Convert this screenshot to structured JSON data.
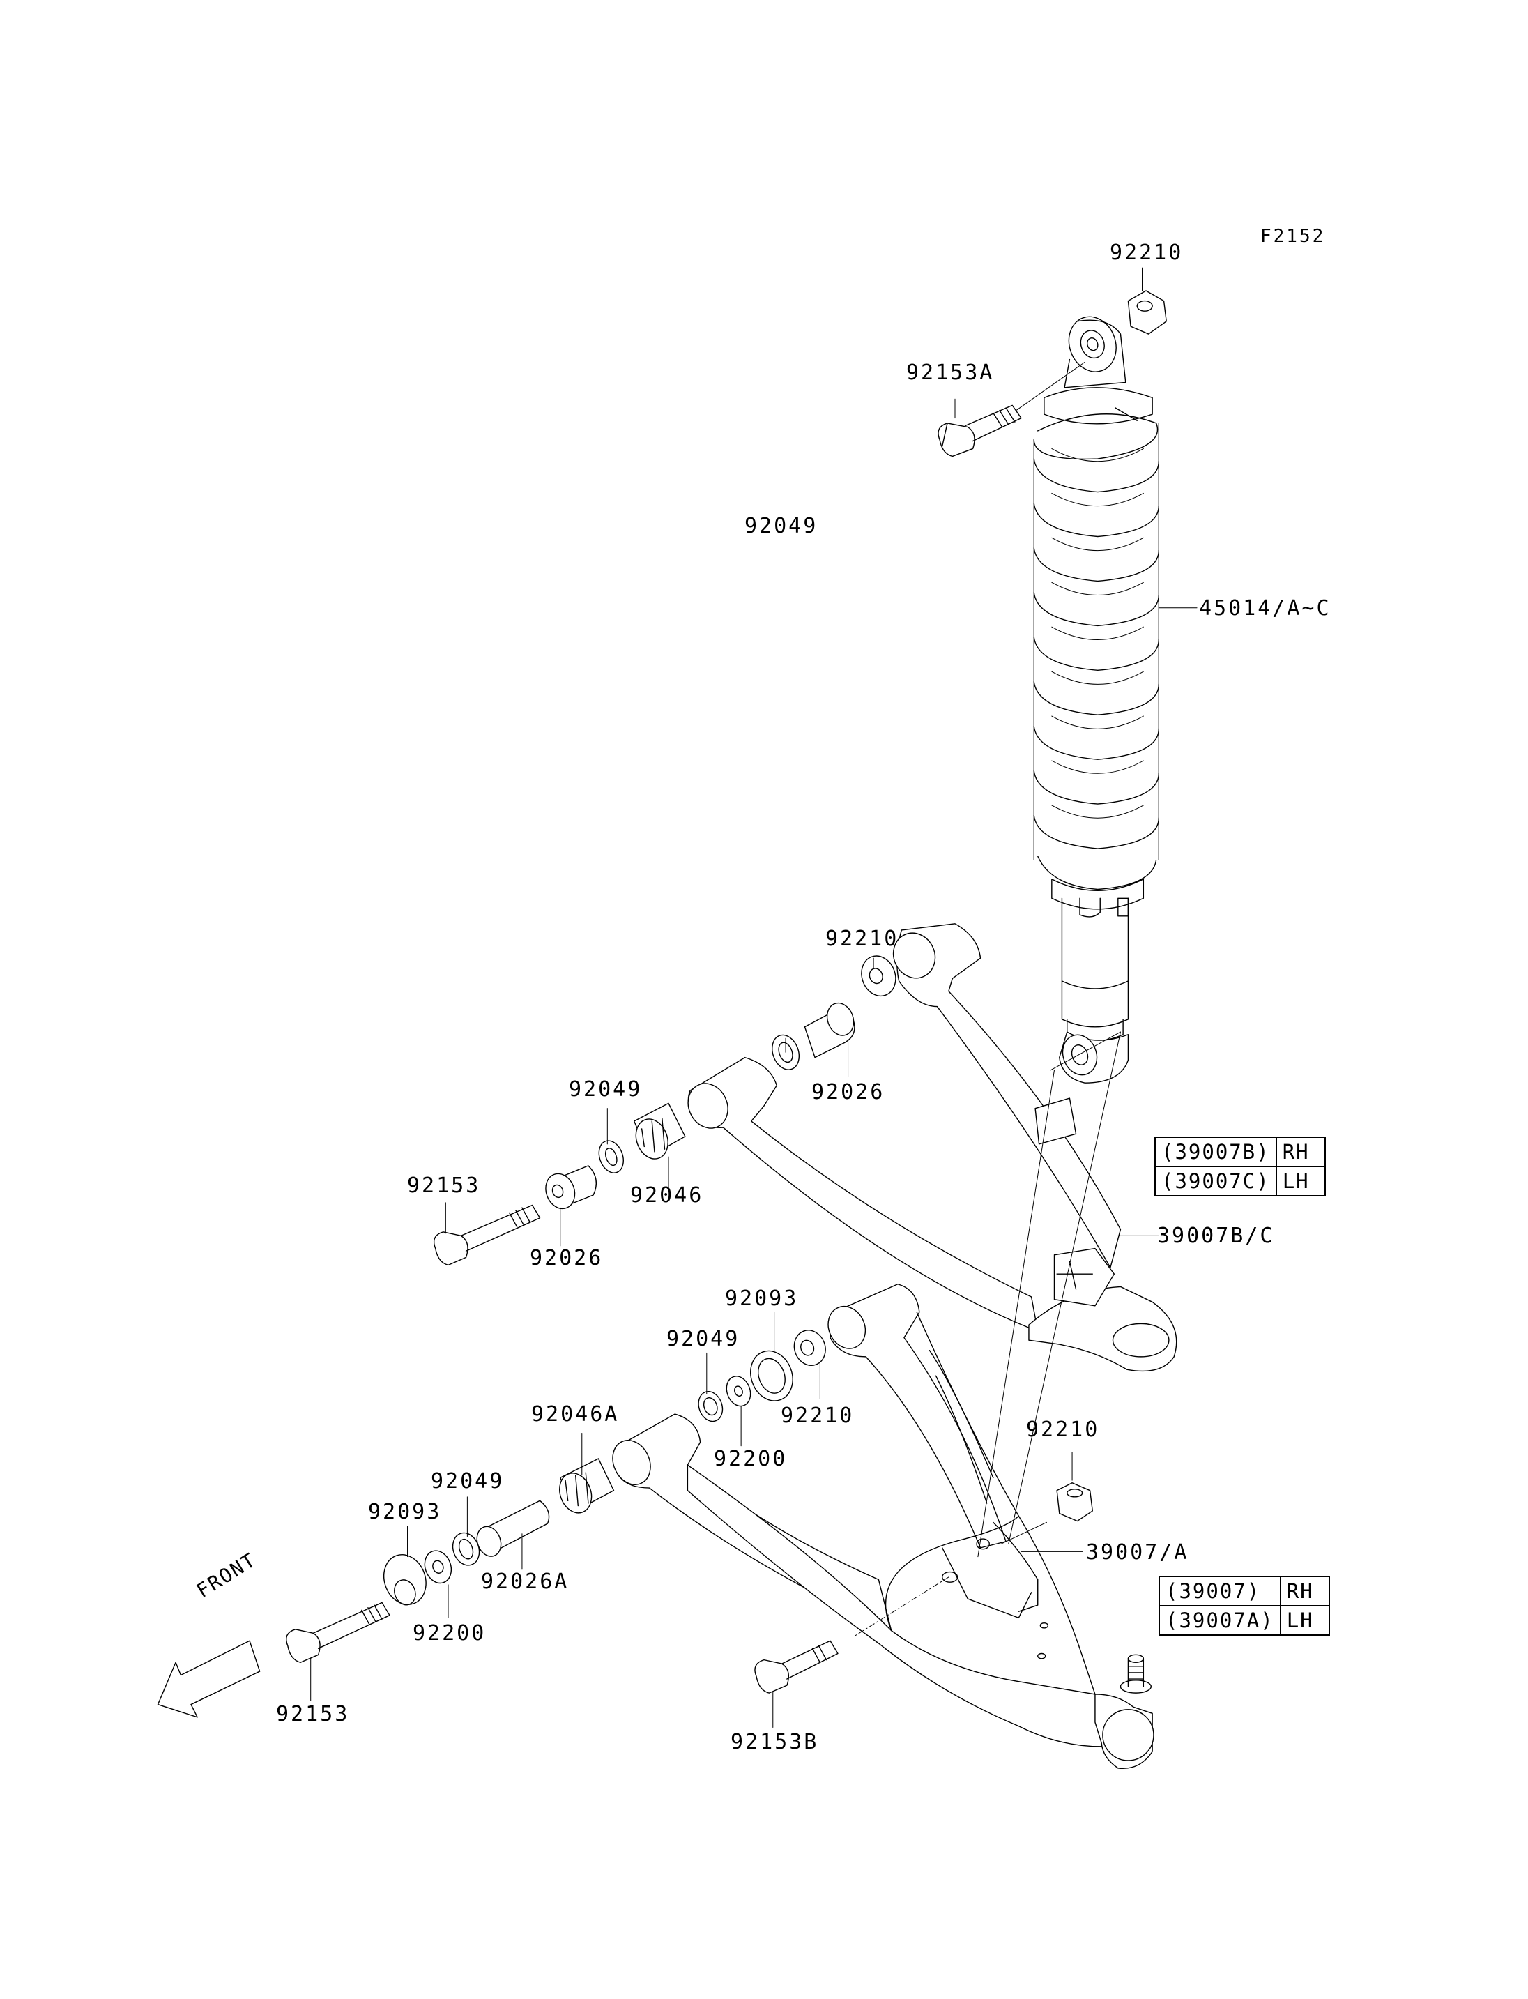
{
  "figure_id": "F2152",
  "callouts": {
    "c_92210_top": "92210",
    "c_92153A": "92153A",
    "c_45014": "45014/A~C",
    "c_92210_upper": "92210",
    "c_92049_upper_r": "92049",
    "c_92026_upper_r": "92026",
    "c_92049_upper_l": "92049",
    "c_92046": "92046",
    "c_92153_upper": "92153",
    "c_92026_upper_l": "92026",
    "c_39007BC": "39007B/C",
    "c_92093_lower_r": "92093",
    "c_92049_lower_r": "92049",
    "c_92210_lower_r": "92210",
    "c_92200_lower_r": "92200",
    "c_92046A": "92046A",
    "c_92210_right": "92210",
    "c_39007A": "39007/A",
    "c_92049_lower_l": "92049",
    "c_92093_lower_l": "92093",
    "c_92026A": "92026A",
    "c_92200_lower_l": "92200",
    "c_92153_lower": "92153",
    "c_92153B": "92153B"
  },
  "upper_table": [
    {
      "part": "(39007B)",
      "side": "RH"
    },
    {
      "part": "(39007C)",
      "side": "LH"
    }
  ],
  "lower_table": [
    {
      "part": "(39007)",
      "side": "RH"
    },
    {
      "part": "(39007A)",
      "side": "LH"
    }
  ],
  "front_arrow_label": "FRONT"
}
